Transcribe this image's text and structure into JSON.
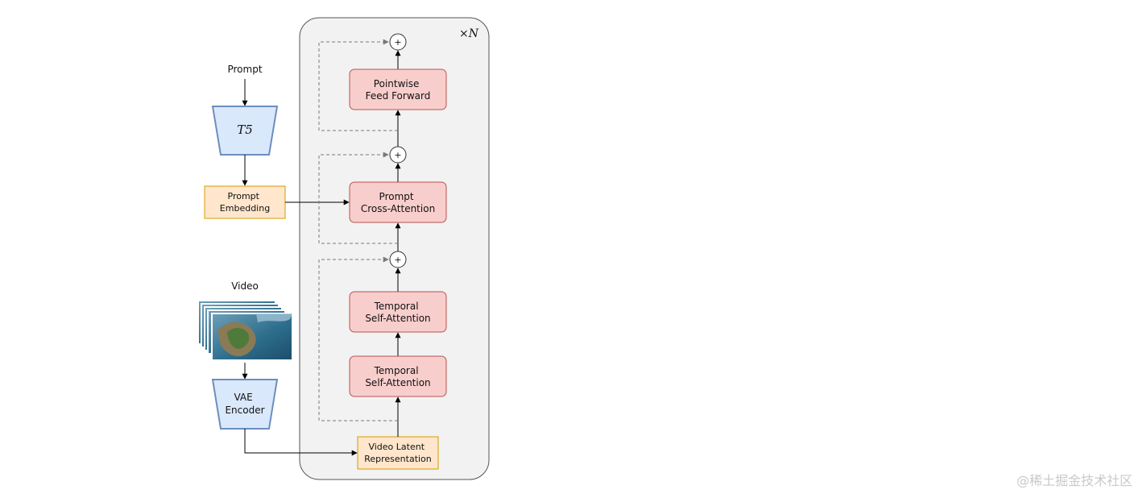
{
  "inputs": {
    "prompt_label": "Prompt",
    "text_encoder_label": "T5",
    "prompt_embedding_line1": "Prompt",
    "prompt_embedding_line2": "Embedding",
    "video_label": "Video",
    "vae_line1": "VAE",
    "vae_line2": "Encoder",
    "latent_line1": "Video Latent",
    "latent_line2": "Representation"
  },
  "block": {
    "repeat_label": "×N",
    "sum_symbol": "+",
    "layers": [
      {
        "id": "temporal-1",
        "line1": "Temporal",
        "line2": "Self-Attention"
      },
      {
        "id": "temporal-2",
        "line1": "Temporal",
        "line2": "Self-Attention"
      },
      {
        "id": "cross-attn",
        "line1": "Prompt",
        "line2": "Cross-Attention"
      },
      {
        "id": "ffn",
        "line1": "Pointwise",
        "line2": "Feed Forward"
      }
    ]
  },
  "watermark": "@稀土掘金技术社区",
  "colors": {
    "layer_fill": "#f8cecc",
    "layer_stroke": "#b85450",
    "input_fill": "#ffe6cc",
    "input_stroke": "#d79b00",
    "encoder_fill": "#dae8fc",
    "encoder_stroke": "#6c8ebf",
    "block_fill": "#f2f2f2",
    "block_stroke": "#555555"
  }
}
